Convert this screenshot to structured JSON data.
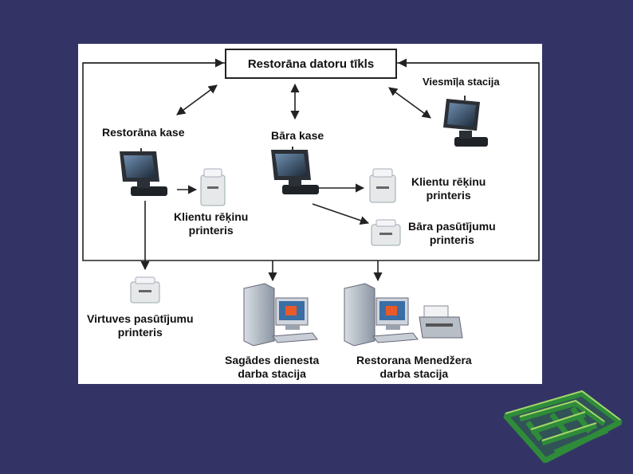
{
  "network_title": "Restorāna datoru tīkls",
  "nodes": {
    "waiter_station": "Viesmīļa stacija",
    "restaurant_till": "Restorāna kase",
    "bar_till": "Bāra kase",
    "client_printer_1_line1": "Klientu rēķinu",
    "client_printer_1_line2": "printeris",
    "client_printer_2_line1": "Klientu rēķinu",
    "client_printer_2_line2": "printeris",
    "bar_order_printer_line1": "Bāra pasūtījumu",
    "bar_order_printer_line2": "printeris",
    "kitchen_printer_line1": "Virtuves pasūtījumu",
    "kitchen_printer_line2": "printeris",
    "supply_station_line1": "Sagādes dienesta",
    "supply_station_line2": "darba stacija",
    "manager_station_line1": "Restorana Menedžera",
    "manager_station_line2": "darba stacija"
  },
  "colors": {
    "background": "#333366",
    "panel": "#ffffff",
    "line": "#222222",
    "maze_green": "#2e8b3a"
  }
}
